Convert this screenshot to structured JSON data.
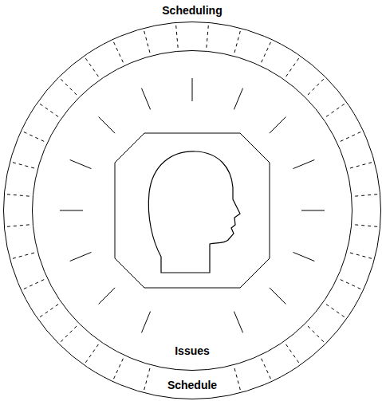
{
  "diagram": {
    "nodes": [
      {
        "text": [
          "Scheduling",
          "Schedule"
        ]
      },
      {
        "text": [
          "Issues"
        ],
        "in": 0
      }
    ]
  }
}
